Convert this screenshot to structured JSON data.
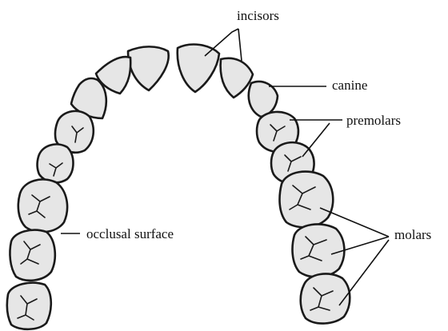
{
  "diagram": {
    "labels": {
      "incisors": "incisors",
      "canine": "canine",
      "premolars": "premolars",
      "molars": "molars",
      "occlusal": "occlusal surface"
    }
  }
}
